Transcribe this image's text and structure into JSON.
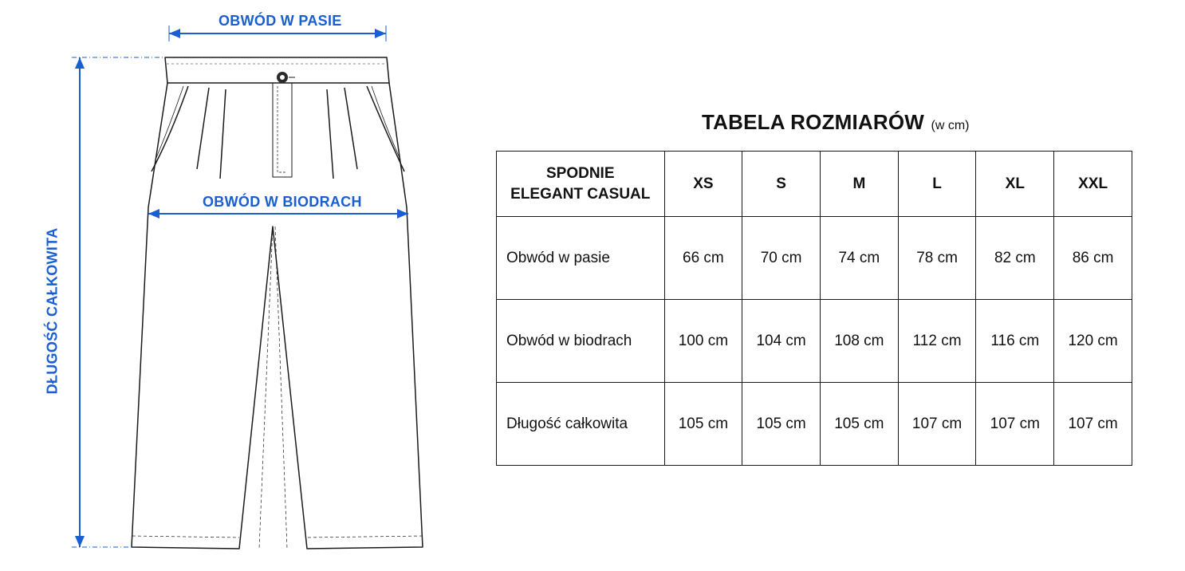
{
  "diagram": {
    "waist_label": "OBWÓD W PASIE",
    "hips_label": "OBWÓD W BIODRACH",
    "length_label": "DŁUGOŚĆ CAŁKOWITA",
    "accent_color": "#1a5fd1"
  },
  "title": {
    "main": "TABELA ROZMIARÓW",
    "unit": "(w cm)"
  },
  "table": {
    "corner_line1": "SPODNIE",
    "corner_line2": "ELEGANT CASUAL",
    "sizes": [
      "XS",
      "S",
      "M",
      "L",
      "XL",
      "XXL"
    ],
    "rows": [
      {
        "label": "Obwód w pasie",
        "values": [
          "66 cm",
          "70 cm",
          "74 cm",
          "78 cm",
          "82 cm",
          "86 cm"
        ]
      },
      {
        "label": "Obwód w biodrach",
        "values": [
          "100 cm",
          "104 cm",
          "108 cm",
          "112 cm",
          "116 cm",
          "120 cm"
        ]
      },
      {
        "label": "Długość całkowita",
        "values": [
          "105 cm",
          "105 cm",
          "105 cm",
          "107 cm",
          "107 cm",
          "107 cm"
        ]
      }
    ]
  }
}
